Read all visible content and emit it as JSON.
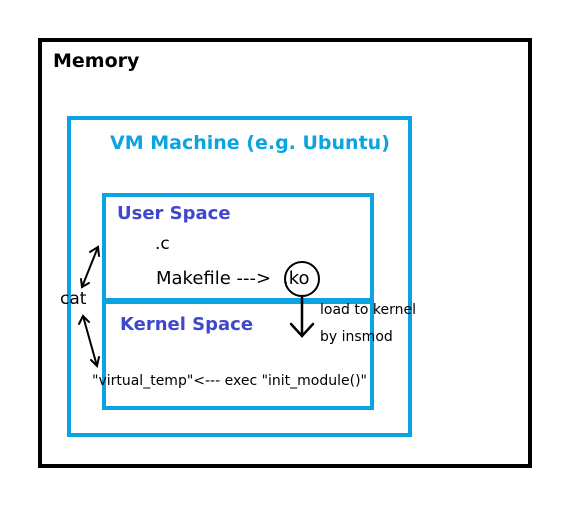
{
  "memory": {
    "title": "Memory"
  },
  "vm": {
    "title": "VM Machine (e.g. Ubuntu)"
  },
  "user_space": {
    "title": "User Space",
    "c_file": ".c",
    "makefile": "Makefile --->",
    "ko_file": ".ko"
  },
  "kernel_space": {
    "title": "Kernel Space",
    "load_line_1": "load to kernel",
    "load_line_2": "by insmod",
    "exec_text": "\"virtual_temp\"<--- exec \"init_module()\""
  },
  "cat": {
    "label": "cat"
  },
  "colors": {
    "vm_border": "#0ba3e0",
    "space_title": "#3f48cc",
    "memory_border": "#000000"
  }
}
